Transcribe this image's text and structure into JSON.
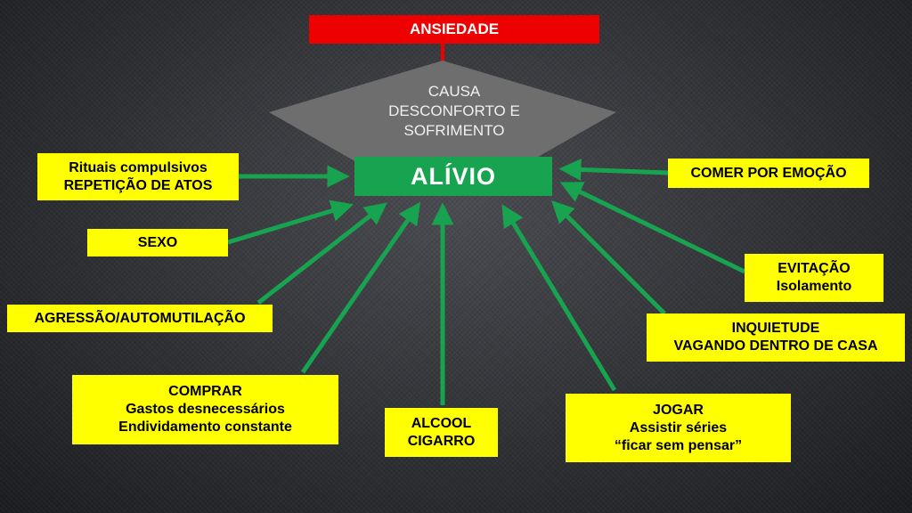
{
  "title": "ANSIEDADE",
  "cause": {
    "lines": [
      "CAUSA",
      "DESCONFORTO E",
      "SOFRIMENTO"
    ]
  },
  "center": "ALÍVIO",
  "colors": {
    "title_bg": "#ee0000",
    "center_bg": "#17a350",
    "box_bg": "#ffff00",
    "arrow": "#17a350",
    "diamond": "#6e6e6e"
  },
  "boxes": {
    "rituais": {
      "lines": [
        "Rituais compulsivos",
        "REPETIÇÃO DE ATOS"
      ]
    },
    "sexo": {
      "lines": [
        "SEXO"
      ]
    },
    "agressao": {
      "lines": [
        "AGRESSÃO/AUTOMUTILAÇÃO"
      ]
    },
    "comprar": {
      "lines": [
        "COMPRAR",
        "Gastos desnecessários",
        "Endividamento constante"
      ]
    },
    "alcool": {
      "lines": [
        "ALCOOL",
        "CIGARRO"
      ]
    },
    "jogar": {
      "lines": [
        "JOGAR",
        "Assistir séries",
        "“ficar sem pensar”"
      ]
    },
    "inquietude": {
      "lines": [
        "INQUIETUDE",
        "VAGANDO DENTRO DE CASA"
      ]
    },
    "evitacao": {
      "lines": [
        "EVITAÇÃO",
        "Isolamento"
      ]
    },
    "comer": {
      "lines": [
        "COMER POR EMOÇÃO"
      ]
    }
  }
}
